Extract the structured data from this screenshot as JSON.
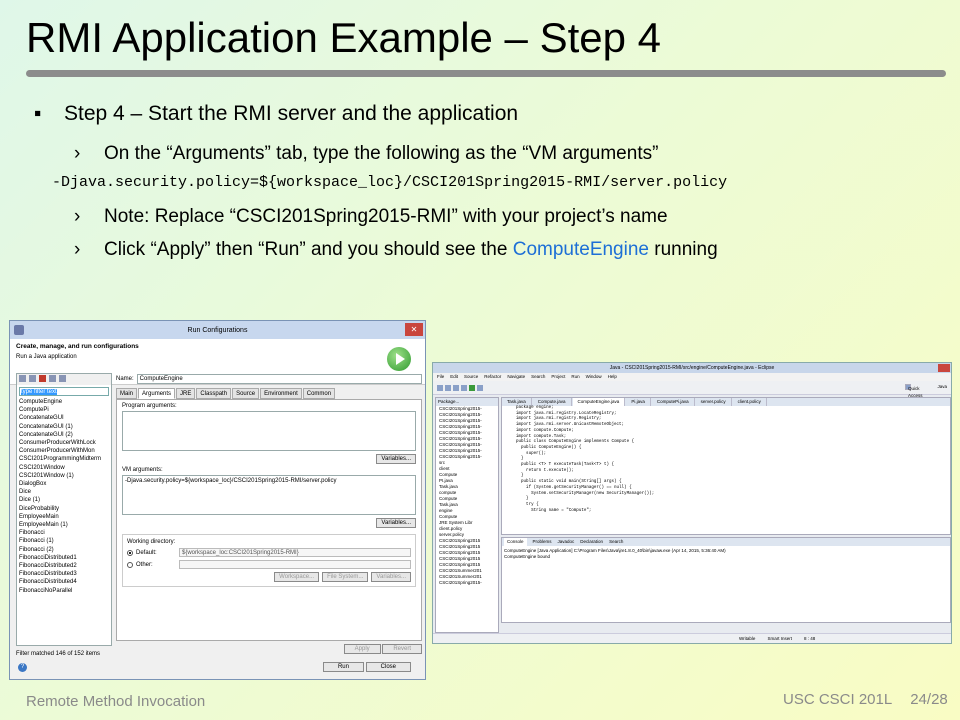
{
  "slide": {
    "title": "RMI Application Example – Step 4",
    "bullet": "Step 4 – Start the RMI server and the application",
    "sub1": "On the “Arguments” tab, type the following as the “VM arguments”",
    "code": "-Djava.security.policy=${workspace_loc}/CSCI201Spring2015-RMI/server.policy",
    "sub2": "Note: Replace “CSCI201Spring2015-RMI” with your project’s name",
    "sub3_pre": "Click “Apply” then “Run” and you should see the ",
    "sub3_link": "ComputeEngine",
    "sub3_post": " running",
    "footer_left": "Remote Method Invocation",
    "footer_course": "USC CSCI 201L",
    "footer_page": "24/28",
    "bullet_glyph": "▪",
    "sub_glyph": "›",
    "accent": "#1d6fd6"
  },
  "run_dialog": {
    "title": "Run Configurations",
    "close": "✕",
    "header_title": "Create, manage, and run configurations",
    "header_sub": "Run a Java application",
    "filter": "type filter text",
    "items": [
      "ComputeEngine",
      "ComputePi",
      "ConcatenateGUI",
      "ConcatenateGUI (1)",
      "ConcatenateGUI (2)",
      "ConsumerProducerWithLock",
      "ConsumerProducerWithMon",
      "CSCI201ProgrammingMidterm",
      "CSCI201Window",
      "CSCI201Window (1)",
      "DialogBox",
      "Dice",
      "Dice (1)",
      "DiceProbability",
      "EmployeeMain",
      "EmployeeMain (1)",
      "Fibonacci",
      "Fibonacci (1)",
      "Fibonacci (2)",
      "FibonacciDistributed1",
      "FibonacciDistributed2",
      "FibonacciDistributed3",
      "FibonacciDistributed4",
      "FibonacciNoParallel"
    ],
    "status": "Filter matched 146 of 152 items",
    "name_label": "Name:",
    "name_value": "ComputeEngine",
    "tabs": [
      "Main",
      "Arguments",
      "JRE",
      "Classpath",
      "Source",
      "Environment",
      "Common"
    ],
    "program_args_label": "Program arguments:",
    "variables_btn": "Variables...",
    "vm_args_label": "VM arguments:",
    "vm_args_value": "-Djava.security.policy=${workspace_loc}/CSCI201Spring2015-RMI/server.policy",
    "working_dir_label": "Working directory:",
    "default_label": "Default:",
    "default_value": "${workspace_loc:CSCI201Spring2015-RMI}",
    "other_label": "Other:",
    "workspace_btn": "Workspace...",
    "filesystem_btn": "File System...",
    "variables_btn2": "Variables...",
    "apply_btn": "Apply",
    "revert_btn": "Revert",
    "run_btn": "Run",
    "close_btn": "Close",
    "help": "?"
  },
  "eclipse": {
    "title": "Java - CSCI201Spring2015-RMI/src/engine/ComputeEngine.java - Eclipse",
    "menu": [
      "File",
      "Edit",
      "Source",
      "Refactor",
      "Navigate",
      "Search",
      "Project",
      "Run",
      "Window",
      "Help"
    ],
    "quick_access": "Quick Access",
    "perspective": "Java",
    "package_tab": "Package...",
    "tree": [
      "CSCI201Spring2015-",
      "CSCI201Spring2015-",
      "CSCI201Spring2015-",
      "CSCI201Spring2015-",
      "CSCI201Spring2015-",
      "CSCI201Spring2015-",
      "CSCI201Spring2015-",
      "CSCI201Spring2015-",
      "CSCI201Spring2015-",
      "src",
      "client",
      "Compute",
      "PI.java",
      "Task.java",
      "compute",
      "Compute",
      "Task.java",
      "engine",
      "Compute",
      "JRE System Libr",
      "client.policy",
      "server.policy",
      "CSCI201Spring2015",
      "CSCI201Spring2015",
      "CSCI201Spring2015",
      "CSCI201Spring2015",
      "CSCI201Spring2015",
      "CSCI201Summer201",
      "CSCI201Summer201",
      "CSCI201Spring2015-"
    ],
    "tabs": [
      "Task.java",
      "Compute.java",
      "ComputeEngine.java",
      "Pi.java",
      "ComputePi.java",
      "server.policy",
      "client.policy"
    ],
    "code": [
      "package engine;",
      "import java.rmi.registry.LocateRegistry;",
      "import java.rmi.registry.Registry;",
      "import java.rmi.server.UnicastRemoteObject;",
      "import compute.Compute;",
      "import compute.Task;",
      "",
      "public class ComputeEngine implements Compute {",
      "  public ComputeEngine() {",
      "    super();",
      "  }",
      "  public <T> T executeTask(Task<T> t) {",
      "    return t.execute();",
      "  }",
      "  public static void main(String[] args) {",
      "    if (System.getSecurityManager() == null) {",
      "      System.setSecurityManager(new SecurityManager());",
      "    }",
      "    try {",
      "      String name = \"Compute\";"
    ],
    "console_tabs": [
      "Console",
      "Problems",
      "Javadoc",
      "Declaration",
      "Search"
    ],
    "console_line1": "ComputeEngine [Java Application] C:\\Program Files\\Java\\jre1.8.0_40\\bin\\javaw.exe (Apr 14, 2015, 5:36:40 AM)",
    "console_line2": "ComputeEngine bound",
    "status": [
      "Writable",
      "Smart Insert",
      "8 : 48"
    ]
  }
}
